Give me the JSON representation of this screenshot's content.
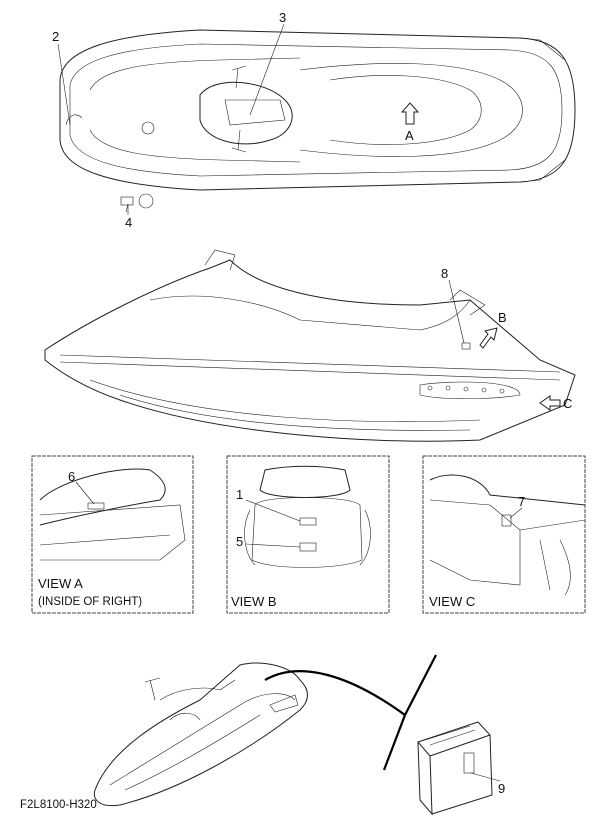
{
  "callouts": {
    "c1": "1",
    "c2": "2",
    "c3": "3",
    "c4": "4",
    "c5": "5",
    "c6": "6",
    "c7": "7",
    "c8": "8",
    "c9": "9"
  },
  "view_arrows": {
    "a": "A",
    "b": "B",
    "c": "C"
  },
  "views": {
    "a": {
      "title": "VIEW A",
      "subtitle": "(INSIDE OF RIGHT)"
    },
    "b": {
      "title": "VIEW B"
    },
    "c": {
      "title": "VIEW C"
    }
  },
  "figure_code": "F2L8100-H320"
}
